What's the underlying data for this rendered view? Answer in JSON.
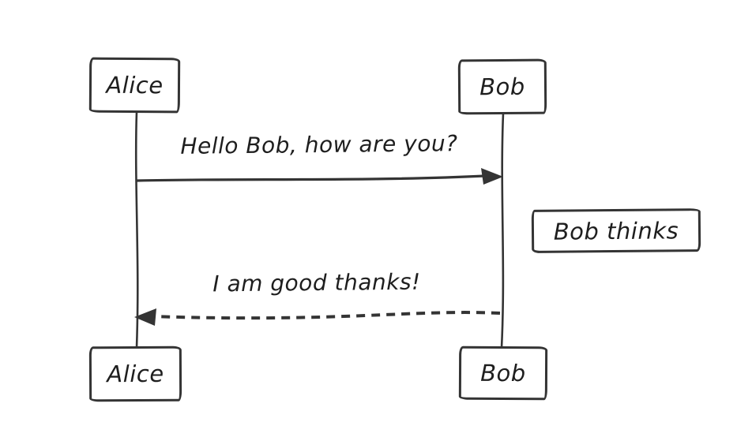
{
  "diagram": {
    "type": "sequence-diagram",
    "style": "hand-drawn",
    "colors": {
      "stroke": "#343434",
      "text": "#1e1e1e",
      "background": "#ffffff"
    },
    "actors": [
      {
        "id": "alice",
        "label": "Alice"
      },
      {
        "id": "bob",
        "label": "Bob"
      }
    ],
    "messages": [
      {
        "from": "alice",
        "to": "bob",
        "text": "Hello Bob, how are you?",
        "line_style": "solid",
        "arrow_direction": "right"
      },
      {
        "from": "bob",
        "to": "alice",
        "text": "I am good thanks!",
        "line_style": "dashed",
        "arrow_direction": "left"
      }
    ],
    "notes": [
      {
        "text": "Bob thinks",
        "position": "right-of-bob-lifeline"
      }
    ]
  }
}
